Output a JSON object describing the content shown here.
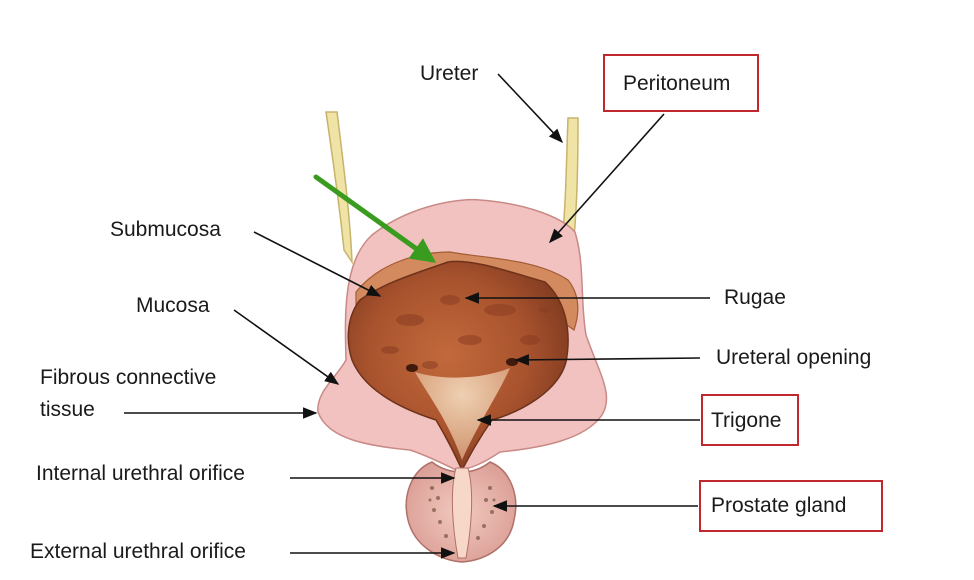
{
  "labels": {
    "ureter": "Ureter",
    "peritoneum": "Peritoneum",
    "submucosa": "Submucosa",
    "rugae": "Rugae",
    "mucosa": "Mucosa",
    "ureteral_opening": "Ureteral opening",
    "fibrous_line1": "Fibrous connective",
    "fibrous_line2": "tissue",
    "trigone": "Trigone",
    "internal_urethral_orifice": "Internal urethral orifice",
    "prostate_gland": "Prostate gland",
    "external_urethral_orifice": "External urethral orifice"
  },
  "highlighted_labels": [
    "Peritoneum",
    "Trigone",
    "Prostate gland"
  ],
  "colors": {
    "highlight_box": "#c0282d",
    "pointer_arrow": "#3a9c1e",
    "leader_line": "#111111",
    "bladder_wall": "#f1c2c0",
    "bladder_interior": "#a9532e",
    "ureter": "#efe3a6"
  }
}
